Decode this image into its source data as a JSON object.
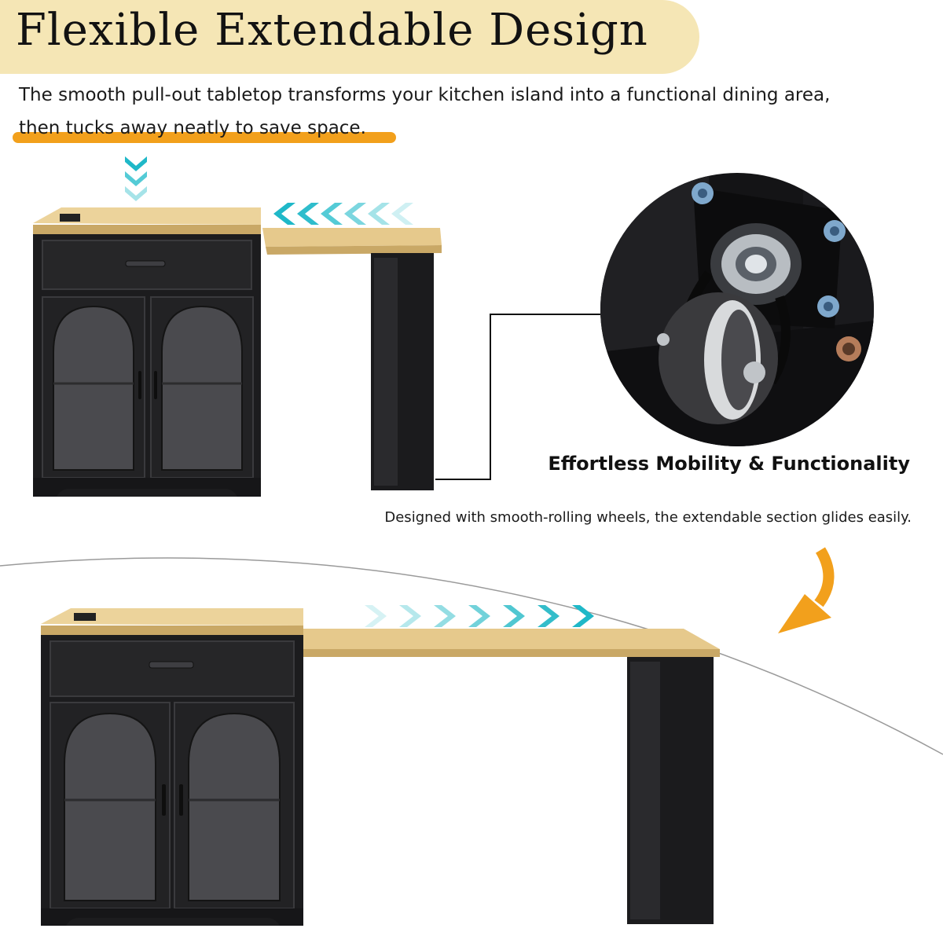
{
  "header": {
    "title": "Flexible Extendable Design",
    "intro_line1": "The smooth pull-out tabletop transforms your kitchen island into a functional dining area,",
    "intro_line2": "then tucks away neatly to save space."
  },
  "feature": {
    "title": "Effortless Mobility & Functionality",
    "description": "Designed with smooth-rolling wheels, the extendable section glides easily."
  },
  "colors": {
    "title_pill": "#f5e6b5",
    "accent_orange": "#f2a01c",
    "arrow_teal": "#1fb8c8",
    "wood_top": "#e6c98c",
    "cabinet_black": "#1c1c1e"
  },
  "icons": {
    "down_arrows": "chevron-down-icon",
    "left_arrows": "chevron-left-icon",
    "right_arrows": "chevron-right-icon",
    "curved_arrow": "curved-arrow-icon"
  }
}
